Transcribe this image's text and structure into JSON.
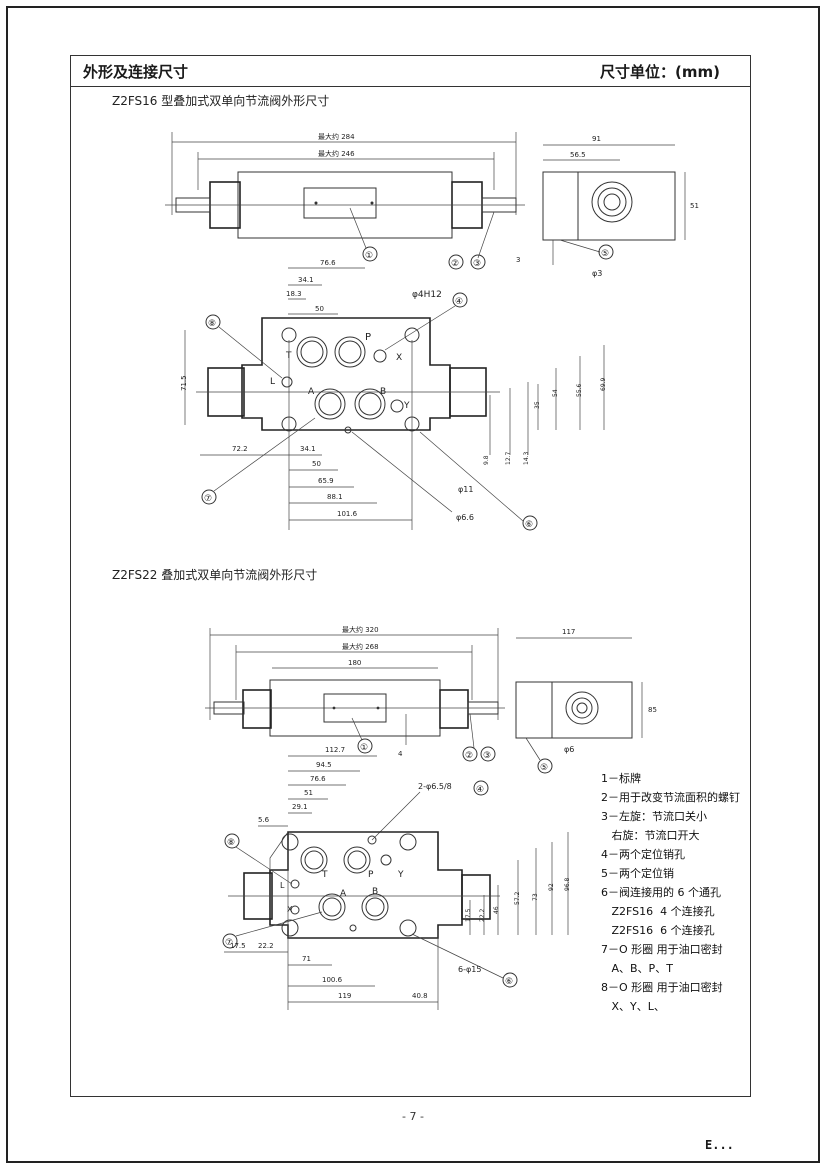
{
  "header": {
    "title": "外形及连接尺寸",
    "unit": "尺寸单位：(mm)"
  },
  "section1": {
    "title": "Z2FS16 型叠加式双单向节流阀外形尺寸",
    "dims_top": [
      "最大约 284",
      "最大约 246"
    ],
    "dims_side": [
      "91",
      "56.5",
      "51",
      "3",
      "φ3"
    ],
    "dims_plan": [
      "76.6",
      "34.1",
      "18.3",
      "50",
      "φ4H12",
      "71.5",
      "72.2",
      "34.1",
      "50",
      "65.9",
      "88.1",
      "101.6",
      "9.8",
      "12.7",
      "14.3",
      "35",
      "54",
      "55.6",
      "69.9",
      "φ11",
      "φ6.6"
    ],
    "port_labels": [
      "P",
      "T",
      "X",
      "L",
      "A",
      "B",
      "Y"
    ],
    "callouts": [
      "①",
      "②",
      "③",
      "④",
      "⑤",
      "⑥",
      "⑦",
      "⑧"
    ]
  },
  "section2": {
    "title": "Z2FS22 叠加式双单向节流阀外形尺寸",
    "dims_top": [
      "最大约 320",
      "最大约 268",
      "180"
    ],
    "dims_side": [
      "117",
      "85",
      "φ6",
      "4"
    ],
    "dims_plan": [
      "112.7",
      "94.5",
      "76.6",
      "51",
      "29.1",
      "5.6",
      "2-φ6.5/8",
      "17.5",
      "22.2",
      "71",
      "100.6",
      "119",
      "40.8",
      "6-φ15",
      "46",
      "57.2",
      "73",
      "92",
      "96.8",
      "17.5",
      "22.2"
    ],
    "port_labels": [
      "T",
      "P",
      "Y",
      "L",
      "A",
      "B",
      "X"
    ],
    "callouts": [
      "①",
      "②",
      "③",
      "④",
      "⑤",
      "⑥",
      "⑦",
      "⑧"
    ]
  },
  "legend": [
    "1－标牌",
    "2－用于改变节流面积的螺钉",
    "3－左旋：节流口关小",
    "   右旋：节流口开大",
    "4－两个定位销孔",
    "5－两个定位销",
    "6－阀连接用的 6 个通孔",
    "   Z2FS16  4 个连接孔",
    "   Z2FS16  6 个连接孔",
    "7－O 形圈  用于油口密封",
    "   A、B、P、T",
    "8－O 形圈  用于油口密封",
    "   X、Y、L、"
  ],
  "footer": {
    "page_number": "- 7 -",
    "mark": "E..."
  }
}
